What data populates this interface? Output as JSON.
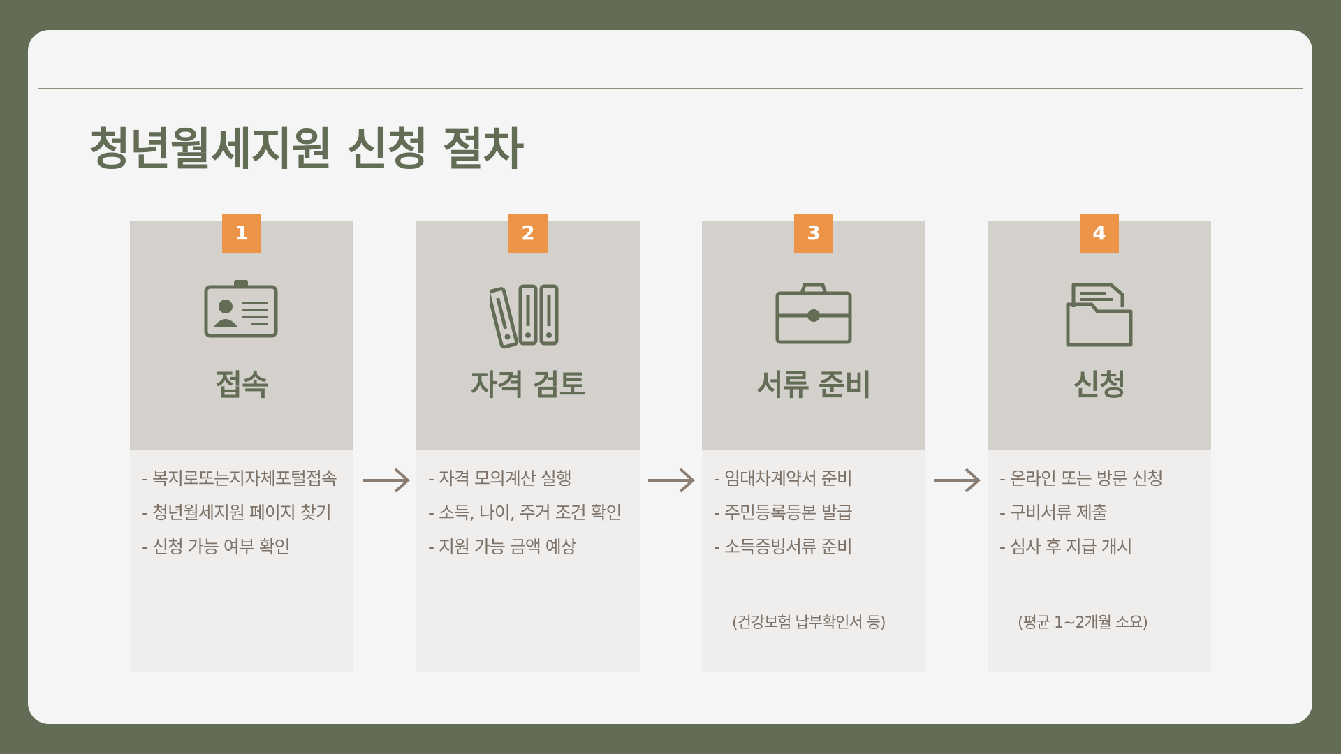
{
  "title": "청년월세지원 신청 절차",
  "steps": [
    {
      "number": "1",
      "heading": "접속",
      "icon": "id-card-icon",
      "items": [
        "- 복지로또는지자체포털접속",
        "- 청년월세지원 페이지 찾기",
        "- 신청 가능 여부 확인"
      ],
      "note": ""
    },
    {
      "number": "2",
      "heading": "자격 검토",
      "icon": "binders-icon",
      "items": [
        "- 자격 모의계산 실행",
        "- 소득, 나이, 주거 조건 확인",
        "- 지원 가능 금액 예상"
      ],
      "note": ""
    },
    {
      "number": "3",
      "heading": "서류 준비",
      "icon": "briefcase-icon",
      "items": [
        "- 임대차계약서 준비",
        "- 주민등록등본 발급",
        "- 소득증빙서류 준비"
      ],
      "note": "(건강보험 납부확인서 등)"
    },
    {
      "number": "4",
      "heading": "신청",
      "icon": "folder-icon",
      "items": [
        "- 온라인 또는 방문 신청",
        "- 구비서류 제출",
        "- 심사 후 지급 개시"
      ],
      "note": "(평균 1~2개월 소요)"
    }
  ],
  "colors": {
    "frame": "#636d56",
    "slide": "#f5f5f5",
    "accent": "#ec9447",
    "card_top": "#d4d1cc",
    "card_bottom": "#efeeec",
    "text_primary": "#636d56",
    "text_secondary": "#7e7268"
  }
}
